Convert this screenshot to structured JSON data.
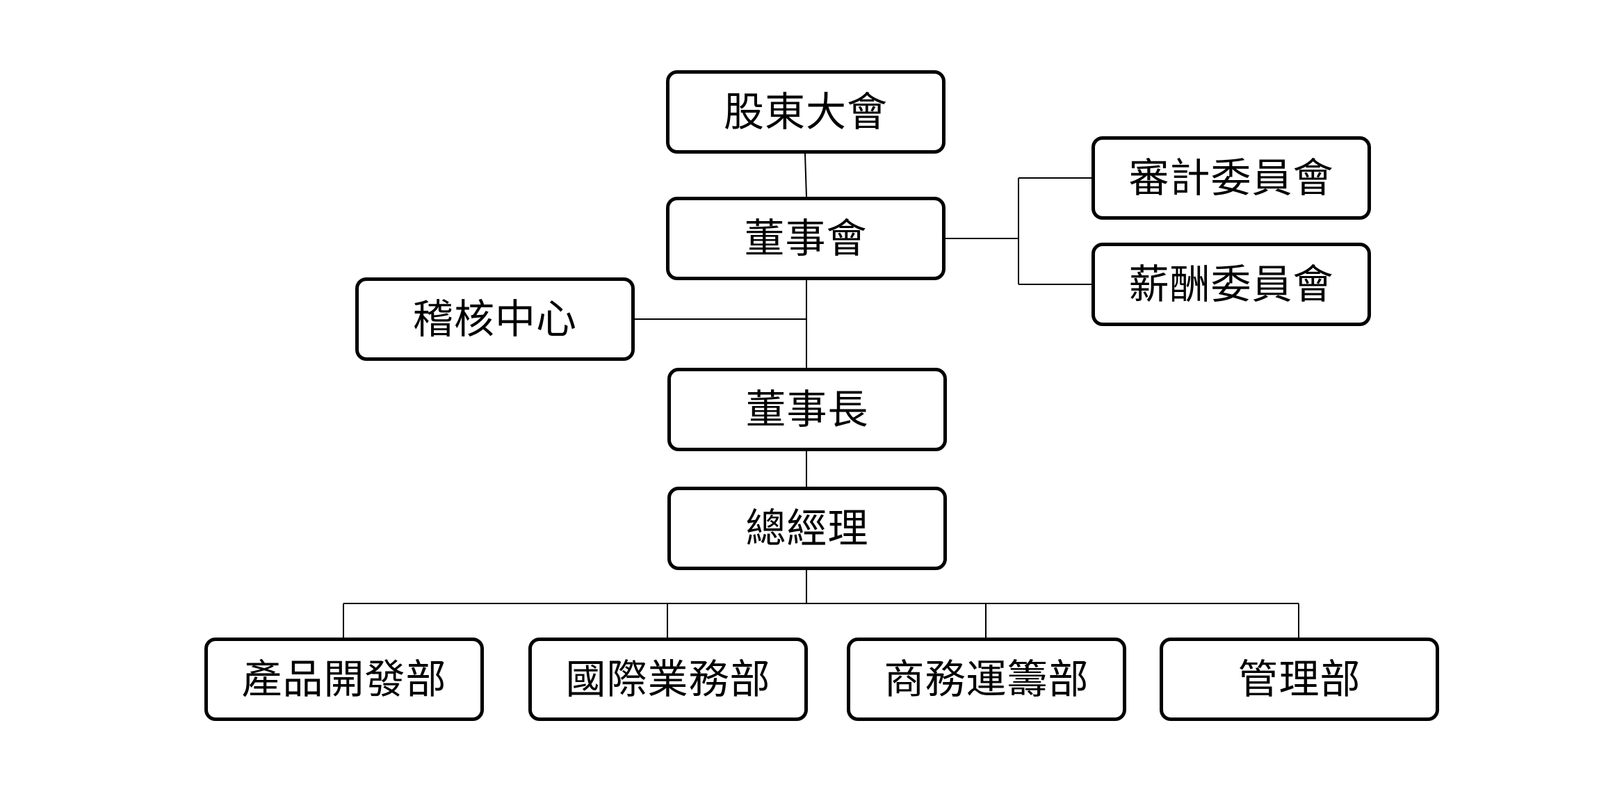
{
  "org_chart": {
    "shareholders": "股東大會",
    "board": "董事會",
    "audit_committee": "審計委員會",
    "compensation_committee": "薪酬委員會",
    "internal_audit_center": "稽核中心",
    "chairman": "董事長",
    "general_manager": "總經理",
    "departments": [
      "產品開發部",
      "國際業務部",
      "商務運籌部",
      "管理部"
    ]
  }
}
